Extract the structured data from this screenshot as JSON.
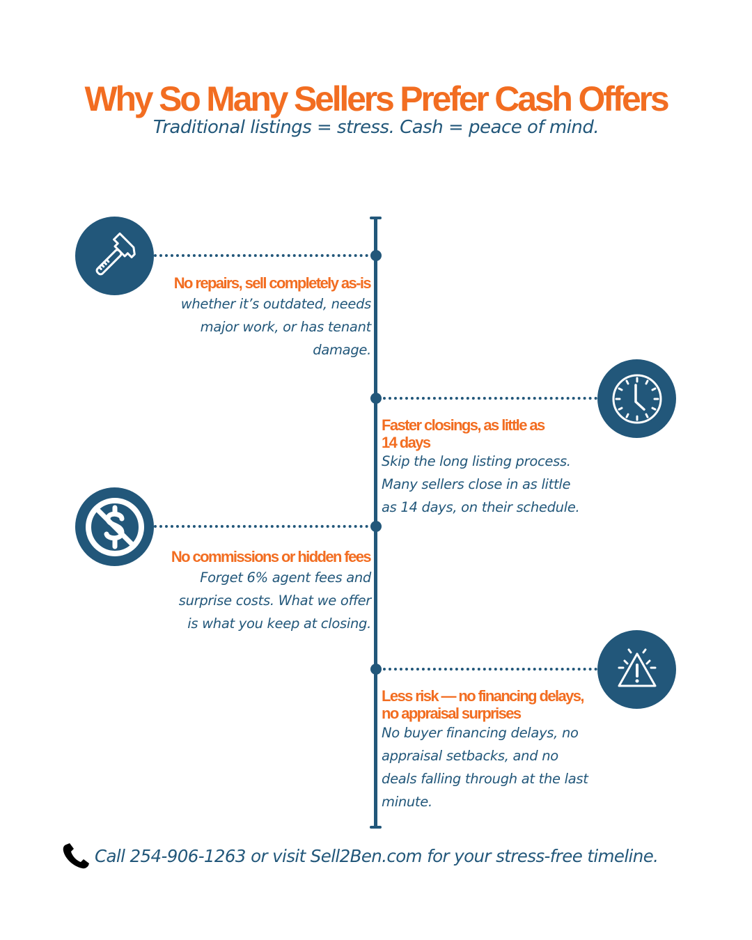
{
  "header": {
    "title": "Why So Many Sellers Prefer Cash Offers",
    "subtitle": "Traditional listings = stress. Cash = peace of mind."
  },
  "colors": {
    "accent_orange": "#f26d21",
    "navy": "#22577a",
    "background": "#ffffff"
  },
  "timeline": {
    "items": [
      {
        "icon": "hammer-icon",
        "side": "left",
        "heading": "No repairs, sell completely as-is",
        "body_lines": [
          "whether it’s outdated, needs",
          "major work, or has tenant",
          "damage."
        ]
      },
      {
        "icon": "clock-icon",
        "side": "right",
        "heading_lines": [
          "Faster closings, as little as",
          "14 days"
        ],
        "body_lines": [
          "Skip the long listing process.",
          "Many sellers close in as little",
          "as 14 days, on their schedule."
        ]
      },
      {
        "icon": "no-dollar-icon",
        "side": "left",
        "heading": "No commissions or hidden fees",
        "body_lines": [
          "Forget 6% agent fees and",
          "surprise costs. What we offer",
          "is what you keep at closing."
        ]
      },
      {
        "icon": "warning-icon",
        "side": "right",
        "heading_lines": [
          "Less risk — no financing delays,",
          "no appraisal surprises"
        ],
        "body_lines": [
          "No buyer financing delays, no",
          "appraisal setbacks, and no",
          "deals falling through at the last",
          "minute."
        ]
      }
    ]
  },
  "footer": {
    "icon": "phone-icon",
    "text": "Call 254-906-1263 or visit Sell2Ben.com for your stress-free timeline."
  }
}
